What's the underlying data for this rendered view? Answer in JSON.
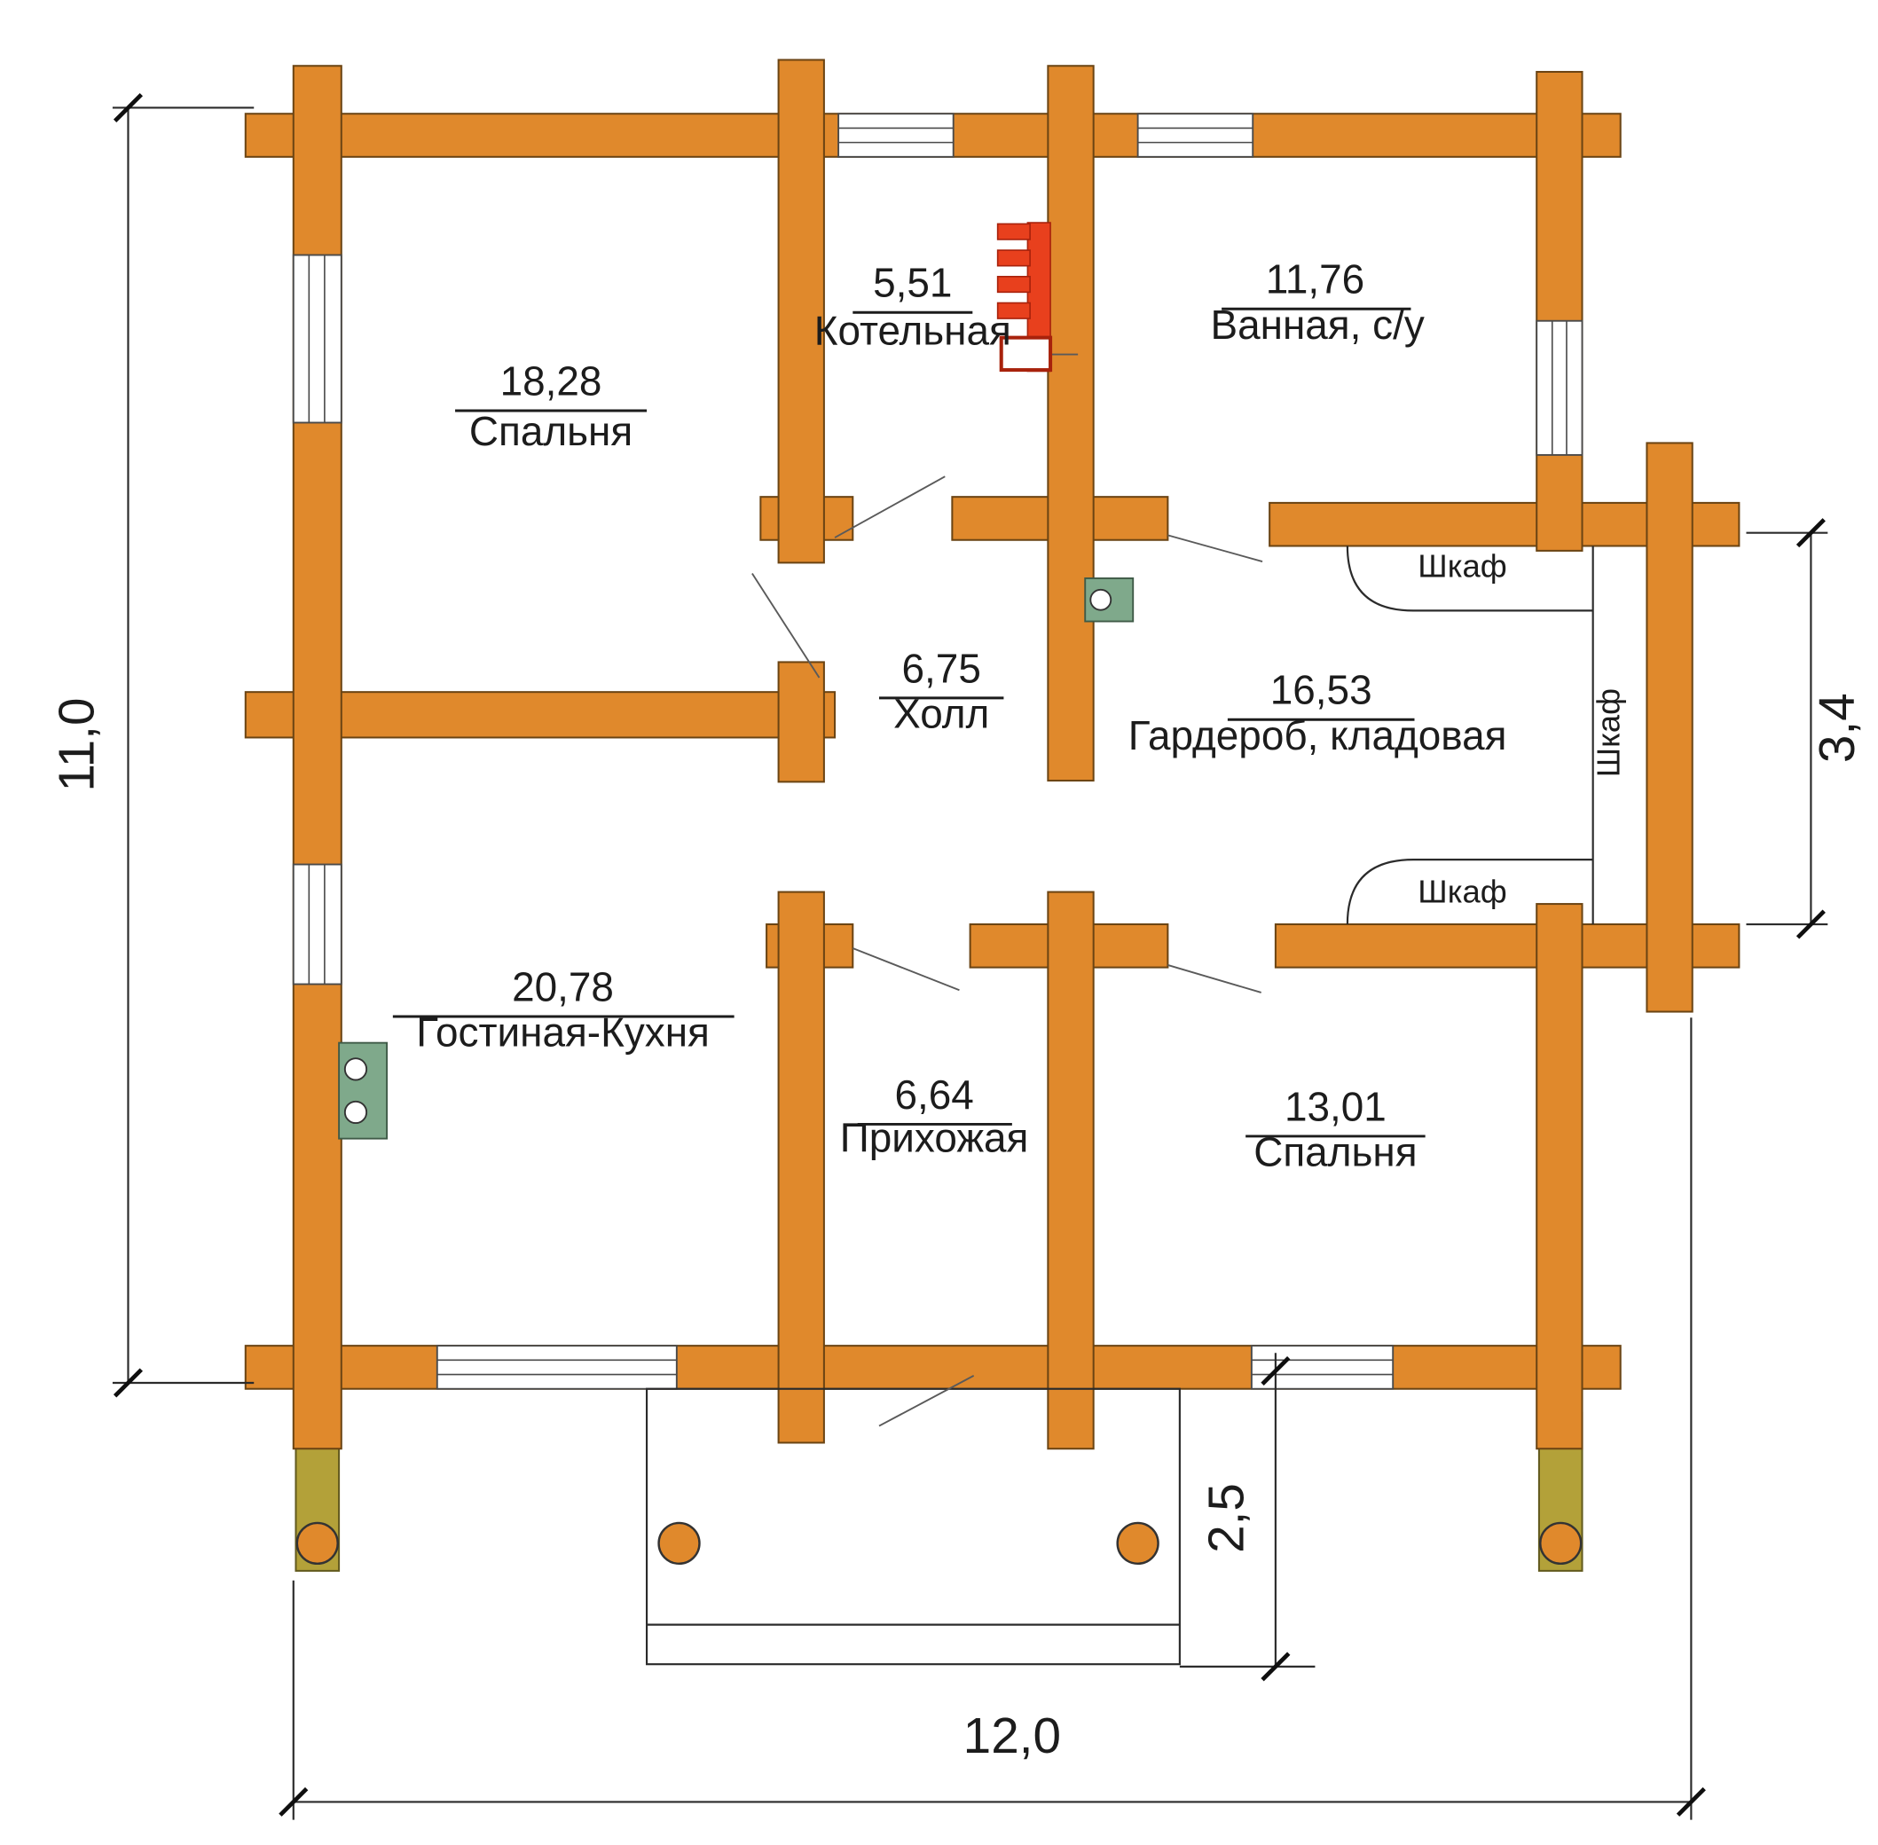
{
  "plan": {
    "rooms": [
      {
        "area": "18,28",
        "name": "Спальня"
      },
      {
        "area": "5,51",
        "name": "Котельная"
      },
      {
        "area": "11,76",
        "name": "Ванная, с/у"
      },
      {
        "area": "6,75",
        "name": "Холл"
      },
      {
        "area": "16,53",
        "name": "Гардероб, кладовая"
      },
      {
        "area": "20,78",
        "name": "Гостиная-Кухня"
      },
      {
        "area": "6,64",
        "name": "Прихожая"
      },
      {
        "area": "13,01",
        "name": "Спальня"
      }
    ],
    "closets": {
      "top": "Шкаф",
      "side": "Шкаф",
      "bottom": "Шкаф"
    },
    "dimensions": {
      "left": "11,0",
      "bottom": "12,0",
      "right": "3,4",
      "porch_depth": "2,5"
    }
  },
  "colors": {
    "wall": "#E0892C",
    "boiler": "#E8401D",
    "panel": "#7FA98B",
    "post": "#B3A139",
    "column": "#E0892C"
  }
}
